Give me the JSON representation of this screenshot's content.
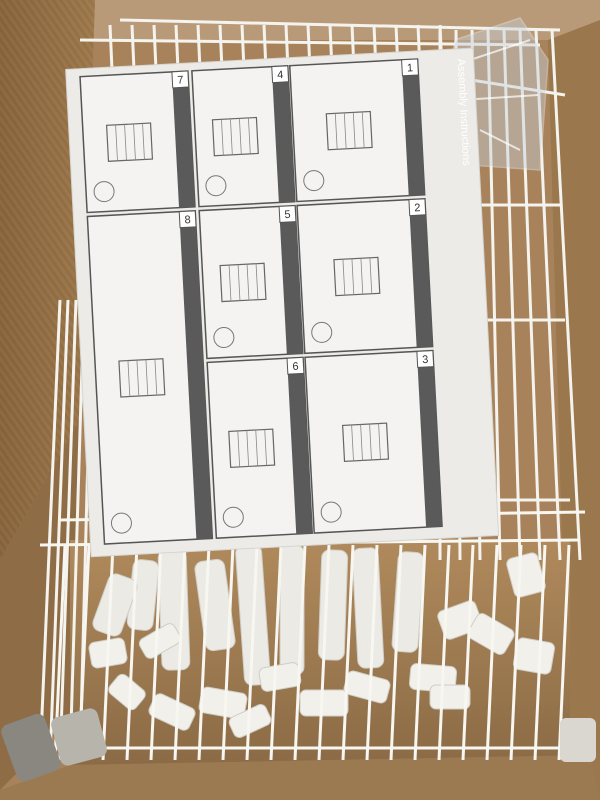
{
  "photo": {
    "subject": "Opened cardboard box containing a white wire shelving kit with an assembly instruction sheet on top",
    "colors": {
      "cardboard": "#a07a4e",
      "cardboard_dark": "#6e5233",
      "wire": "#f4f3ee",
      "paper": "#ecebe8",
      "ink": "#4a4a4a",
      "connector": "#e9e8e2",
      "bag": "#c9d1d8"
    }
  },
  "instructions": {
    "title": "Assembly Instructions",
    "steps": [
      {
        "number": "1",
        "note": ""
      },
      {
        "number": "2",
        "note": ""
      },
      {
        "number": "3",
        "note": ""
      },
      {
        "number": "4",
        "note": ""
      },
      {
        "number": "5",
        "note": ""
      },
      {
        "number": "6",
        "note": ""
      },
      {
        "number": "7",
        "note": ""
      },
      {
        "number": "8",
        "note": ""
      }
    ]
  }
}
